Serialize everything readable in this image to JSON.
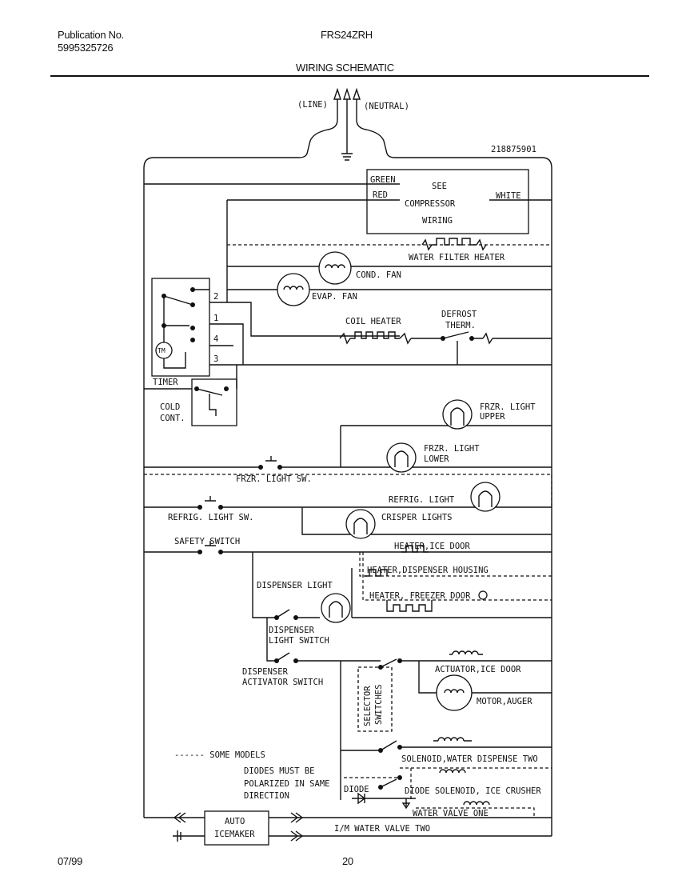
{
  "header": {
    "publication_label": "Publication No.",
    "publication_number": "5995325726",
    "model": "FRS24ZRH",
    "title": "WIRING SCHEMATIC"
  },
  "footer": {
    "date": "07/99",
    "page": "20"
  },
  "diagram": {
    "part_number": "218875901",
    "line": "(LINE)",
    "neutral": "(NEUTRAL)",
    "compressor": {
      "green": "GREEN",
      "red": "RED",
      "white": "WHITE",
      "see": "SEE",
      "compressor": "COMPRESSOR",
      "wiring": "WIRING"
    },
    "water_filter_heater": "WATER FILTER HEATER",
    "cond_fan": "COND. FAN",
    "evap_fan": "EVAP. FAN",
    "coil_heater": "COIL HEATER",
    "defrost_1": "DEFROST",
    "defrost_2": "THERM.",
    "timer": "TIMER",
    "timer_tm": "TM",
    "terminals": [
      "2",
      "1",
      "4",
      "3"
    ],
    "cold_cont_1": "COLD",
    "cold_cont_2": "CONT.",
    "frzr_light_upper_1": "FRZR. LIGHT",
    "frzr_light_upper_2": "UPPER",
    "frzr_light_lower_1": "FRZR. LIGHT",
    "frzr_light_lower_2": "LOWER",
    "frzr_light_sw": "FRZR. LIGHT SW.",
    "refrig_light": "REFRIG. LIGHT",
    "refrig_light_sw": "REFRIG. LIGHT SW.",
    "crisper_lights": "CRISPER LIGHTS",
    "safety_switch": "SAFETY SWITCH",
    "heater_ice_door": "HEATER,ICE DOOR",
    "heater_dispenser_housing": "HEATER,DISPENSER HOUSING",
    "heater_freezer_door": "HEATER, FREEZER DOOR",
    "dispenser_light": "DISPENSER LIGHT",
    "dispenser_light_switch_1": "DISPENSER",
    "dispenser_light_switch_2": "LIGHT SWITCH",
    "dispenser_activator_1": "DISPENSER",
    "dispenser_activator_2": "ACTIVATOR SWITCH",
    "selector_1": "SELECTOR",
    "selector_2": "SWITCHES",
    "actuator_ice_door": "ACTUATOR,ICE DOOR",
    "motor_auger": "MOTOR,AUGER",
    "some_models": "------ SOME MODELS",
    "note_1": "DIODES MUST BE",
    "note_2": "POLARIZED IN SAME",
    "note_3": "DIRECTION",
    "diode": "DIODE",
    "solenoid_water_dispense_two": "SOLENOID,WATER DISPENSE TWO",
    "diode_solenoid_ice_crusher": "DIODE SOLENOID, ICE CRUSHER",
    "water_valve_one": "WATER VALVE ONE",
    "auto_1": "AUTO",
    "auto_2": "ICEMAKER",
    "im_water_valve_two": "I/M WATER VALVE TWO"
  }
}
